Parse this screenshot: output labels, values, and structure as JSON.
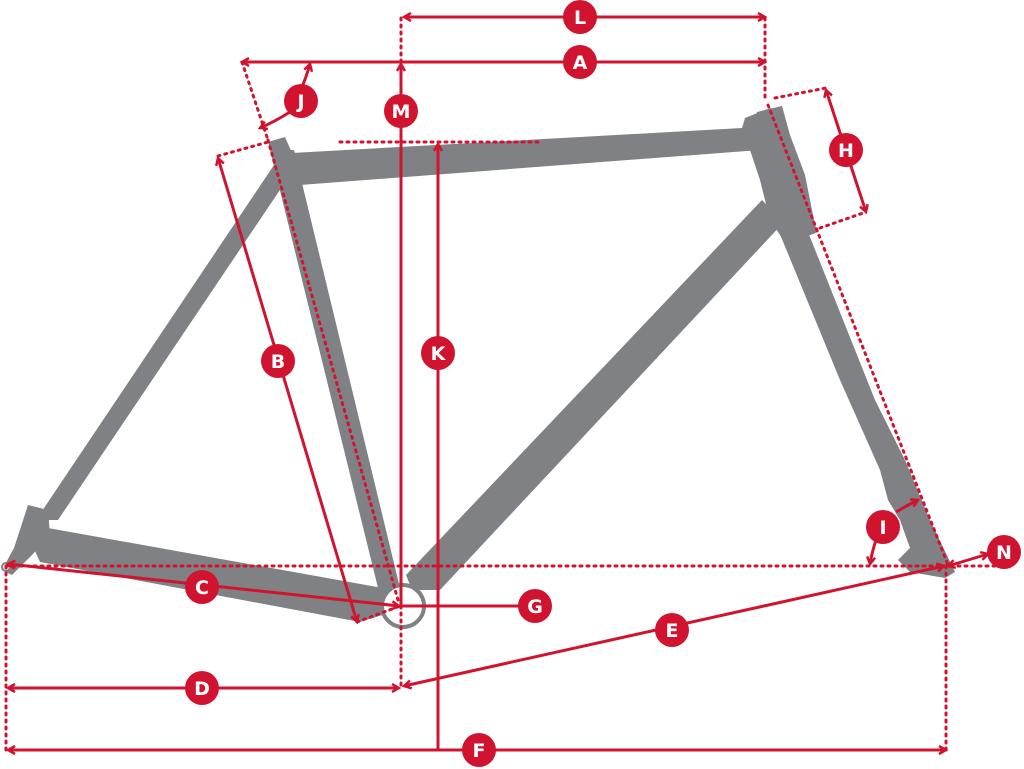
{
  "diagram": {
    "type": "bicycle-frame-geometry",
    "colors": {
      "frame": "#808184",
      "annotation": "#d0132f",
      "background": "#ffffff"
    },
    "labels": {
      "A": "A",
      "B": "B",
      "C": "C",
      "D": "D",
      "E": "E",
      "F": "F",
      "G": "G",
      "H": "H",
      "I": "I",
      "J": "J",
      "K": "K",
      "L": "L",
      "M": "M",
      "N": "N"
    }
  }
}
